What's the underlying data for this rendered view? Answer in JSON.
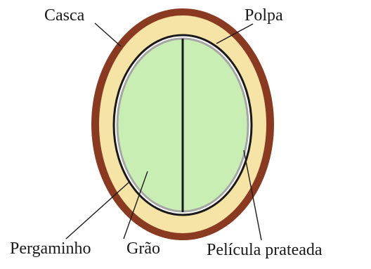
{
  "labels": {
    "casca": "Casca",
    "polpa": "Polpa",
    "pergaminho": "Pergaminho",
    "grao": "Grão",
    "pelicula": "Película  prateada"
  },
  "colors": {
    "casca": "#8b3a22",
    "polpa": "#f6e3a6",
    "pergaminho": "#1a1a1a",
    "pelicula": "#a6a6a6",
    "grao": "#c9eeb4",
    "line": "#1a1a1a"
  }
}
